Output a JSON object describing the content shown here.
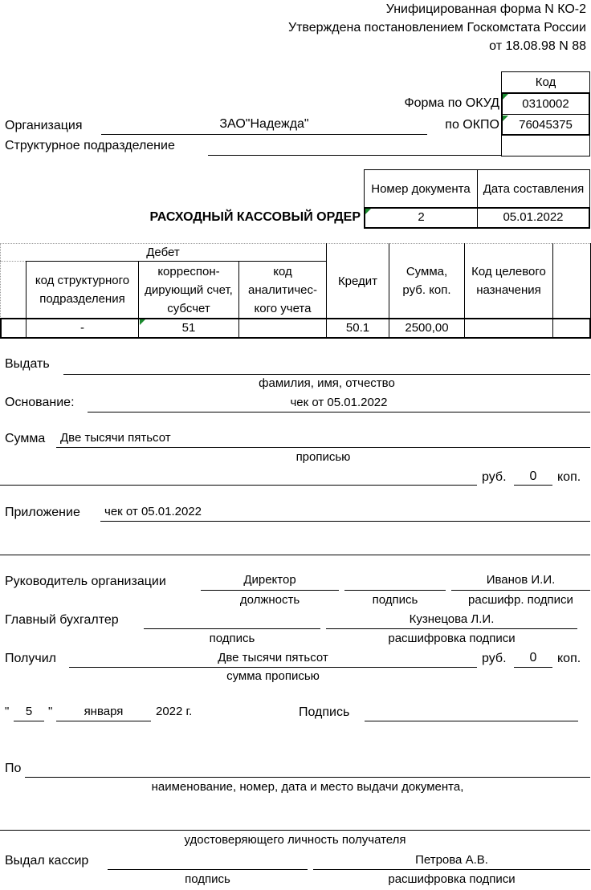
{
  "header": {
    "line1": "Унифицированная форма N КО-2",
    "line2": "Утверждена постановлением Госкомстата России",
    "line3": "от 18.08.98 N 88"
  },
  "codes": {
    "header": "Код",
    "okud_label": "Форма по ОКУД",
    "okud_value": "0310002",
    "okpo_label": "по ОКПО",
    "okpo_value": "76045375"
  },
  "organization": {
    "label": "Организация",
    "value": "ЗАО\"Надежда\"",
    "division_label": "Структурное подразделение"
  },
  "document": {
    "title": "РАСХОДНЫЙ КАССОВЫЙ ОРДЕР",
    "number_header": "Номер документа",
    "date_header": "Дата составления",
    "number": "2",
    "date": "05.01.2022"
  },
  "table": {
    "debit_header": "Дебет",
    "col_division_code": "код структурного подразделения",
    "col_account": "корреспон-дирующий счет, субсчет",
    "col_analytic": "код аналитичес-кого учета",
    "col_credit": "Кредит",
    "col_sum": "Сумма, руб. коп.",
    "col_purpose": "Код целевого назначения",
    "row": {
      "division_code": "-",
      "account": "51",
      "analytic": "",
      "credit": "50.1",
      "sum": "2500,00",
      "purpose": ""
    }
  },
  "issue": {
    "label": "Выдать",
    "value": "",
    "caption": "фамилия,  имя,  отчество"
  },
  "basis": {
    "label": "Основание:",
    "value": "чек от 05.01.2022"
  },
  "amount": {
    "label": "Сумма",
    "value": "Две тысячи пятьсот",
    "caption": "прописью",
    "rub_label": "руб.",
    "kop_value": "0",
    "kop_label": "коп."
  },
  "attachment": {
    "label": "Приложение",
    "value": "чек от 05.01.2022"
  },
  "signatures": {
    "head_label": "Руководитель организации",
    "head_position": "Директор",
    "head_name": "Иванов И.И.",
    "cap_position": "должность",
    "cap_signature": "подпись",
    "cap_decode_short": "расшифр. подписи",
    "accountant_label": "Главный бухгалтер",
    "accountant_name": "Кузнецова Л.И.",
    "cap_signature2": "подпись",
    "cap_decode": "расшифровка подписи"
  },
  "received": {
    "label": "Получил",
    "value": "Две тысячи пятьсот",
    "caption": "сумма прописью",
    "rub_label": "руб.",
    "kop_value": "0",
    "kop_label": "коп."
  },
  "date_line": {
    "q1": "\"",
    "day": "5",
    "q2": "\"",
    "month": "января",
    "year": "2022  г.",
    "signature_label": "Подпись"
  },
  "passport": {
    "label": "По",
    "caption1": "наименование, номер, дата и место выдачи документа,",
    "caption2": "удостоверяющего личность получателя"
  },
  "cashier": {
    "label": "Выдал кассир",
    "name": "Петрова А.В.",
    "cap_signature": "подпись",
    "cap_decode": "расшифровка подписи"
  }
}
